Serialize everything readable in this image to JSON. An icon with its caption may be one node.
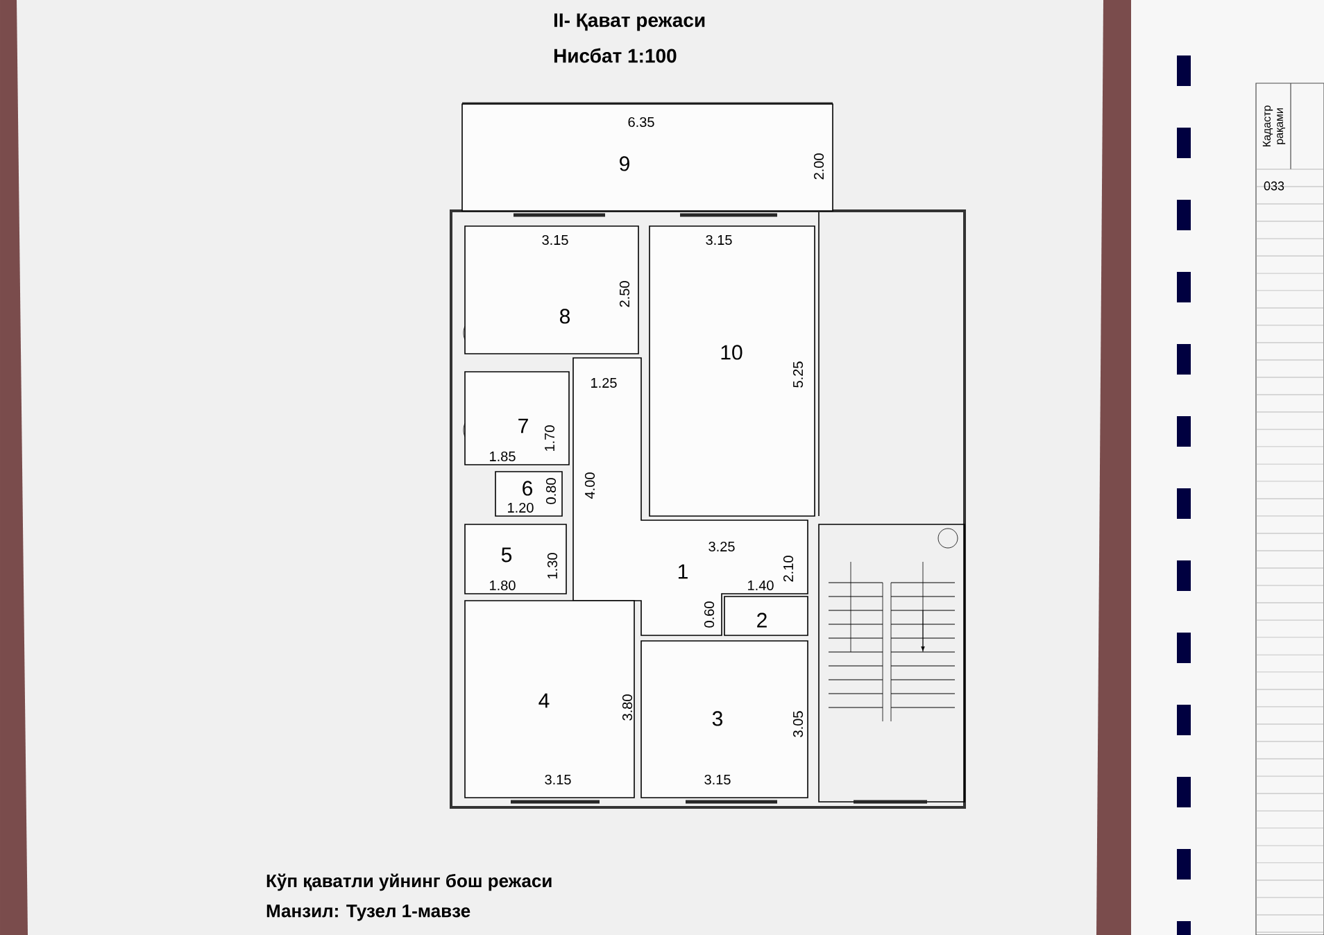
{
  "diagram": {
    "title": "II- Қават режаси",
    "nodes": [
      {
        "text": [
          "6.35",
          "9",
          "2.00"
        ]
      },
      {
        "text": [
          "3.15",
          "2.50",
          "8"
        ]
      },
      {
        "text": [
          "3.15",
          "10",
          "5.25"
        ]
      },
      {
        "text": [
          "7",
          "1.85",
          "1.70"
        ]
      },
      {
        "text": [
          "6",
          "1.20",
          "0.80"
        ]
      },
      {
        "text": [
          "5",
          "1.80",
          "1.30"
        ]
      },
      {
        "text": [
          "1.25",
          "4.00",
          "3.25",
          "2.10",
          "1",
          "1.40",
          "0.60"
        ]
      },
      {
        "text": [
          "2"
        ]
      },
      {
        "text": [
          "4",
          "3.80",
          "3.15"
        ]
      },
      {
        "text": [
          "3",
          "3.05",
          "3.15"
        ]
      }
    ],
    "labels": [
      "Нисбат 1:100",
      "Кўп қаватли уйнинг бош режаси",
      "Манзил: Тузел 1-мавзе",
      "Кадастр рақами",
      "033"
    ]
  }
}
